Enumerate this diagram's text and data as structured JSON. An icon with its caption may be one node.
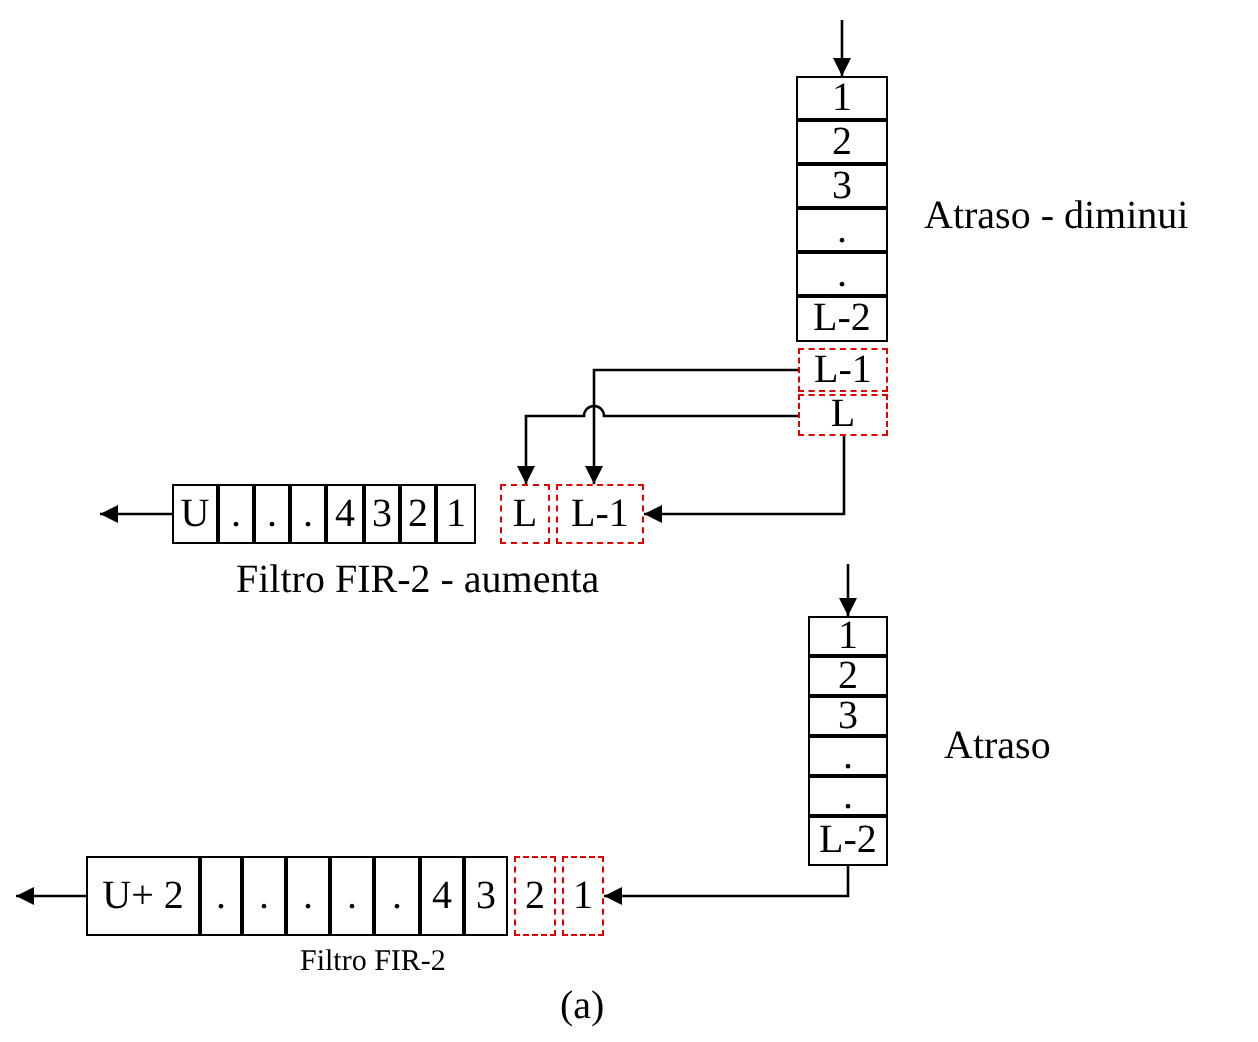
{
  "diagram": {
    "caption": "(a)",
    "nodes": [
      {
        "text": [
          "1"
        ]
      },
      {
        "text": [
          "2"
        ]
      },
      {
        "text": [
          "3"
        ]
      },
      {
        "text": [
          "."
        ]
      },
      {
        "text": [
          "."
        ]
      },
      {
        "text": [
          "L-2"
        ]
      },
      {
        "text": [
          "L-1"
        ]
      },
      {
        "text": [
          "L"
        ]
      },
      {
        "text": [
          "U"
        ]
      },
      {
        "text": [
          "."
        ]
      },
      {
        "text": [
          "."
        ]
      },
      {
        "text": [
          "."
        ]
      },
      {
        "text": [
          "4"
        ]
      },
      {
        "text": [
          "3"
        ]
      },
      {
        "text": [
          "2"
        ]
      },
      {
        "text": [
          "1"
        ]
      },
      {
        "text": [
          "L"
        ]
      },
      {
        "text": [
          "L-1"
        ]
      },
      {
        "text": [
          "1"
        ]
      },
      {
        "text": [
          "2"
        ]
      },
      {
        "text": [
          "3"
        ]
      },
      {
        "text": [
          "."
        ]
      },
      {
        "text": [
          "."
        ]
      },
      {
        "text": [
          "L-2"
        ]
      },
      {
        "text": [
          "U+ 2"
        ]
      },
      {
        "text": [
          "."
        ]
      },
      {
        "text": [
          "."
        ]
      },
      {
        "text": [
          "."
        ]
      },
      {
        "text": [
          "."
        ]
      },
      {
        "text": [
          "."
        ]
      },
      {
        "text": [
          "4"
        ]
      },
      {
        "text": [
          "3"
        ]
      },
      {
        "text": [
          "2"
        ]
      },
      {
        "text": [
          "1"
        ]
      }
    ],
    "edges": [
      {
        "from": null,
        "to": 0,
        "arrow": "to"
      },
      {
        "from": 6,
        "to": 17,
        "arrow": "to"
      },
      {
        "from": 7,
        "to": 16,
        "arrow": "to"
      },
      {
        "from": 7,
        "to": 17,
        "arrow": "to"
      },
      {
        "from": 8,
        "to": null,
        "arrow": "to"
      },
      {
        "from": null,
        "to": 18,
        "arrow": "to"
      },
      {
        "from": 23,
        "to": 33,
        "arrow": "to"
      },
      {
        "from": 24,
        "to": null,
        "arrow": "to"
      }
    ],
    "labels": [
      "Atraso - diminui",
      "Filtro FIR-2 - aumenta",
      "Atraso",
      "Filtro FIR-2"
    ]
  }
}
